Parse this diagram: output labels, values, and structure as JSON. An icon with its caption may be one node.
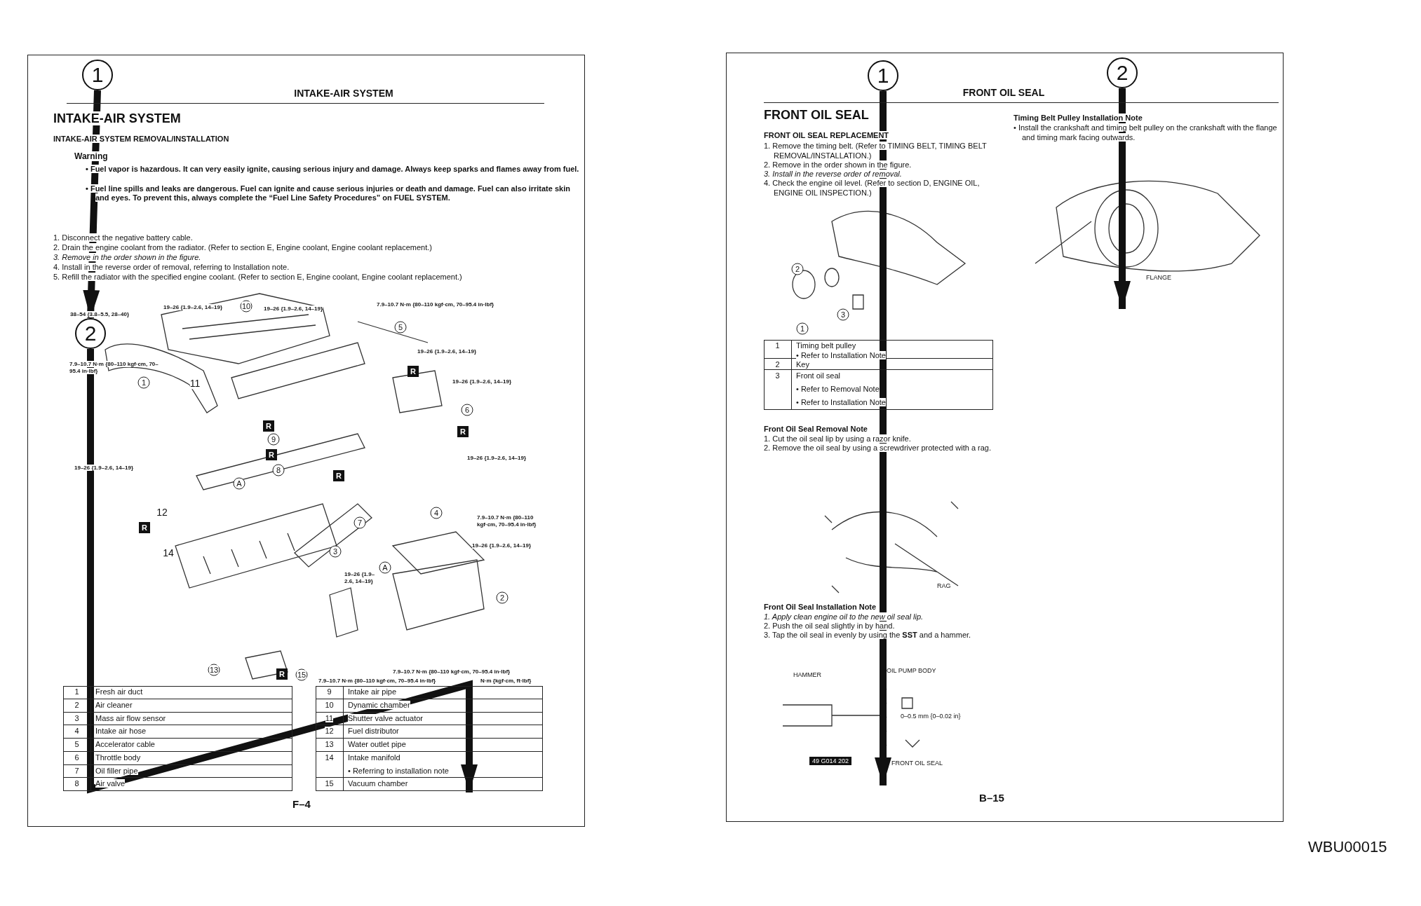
{
  "diagram": {
    "nodes": [
      {
        "text": [
          "INTAKE-AIR SYSTEM",
          "INTAKE-AIR SYSTEM",
          "INTAKE-AIR SYSTEM REMOVAL/INSTALLATION",
          "Warning",
          "• Fuel vapor is hazardous. It can very easily ignite, causing serious injury and damage. Always keep sparks and flames away from fuel.",
          "• Fuel line spills and leaks are dangerous. Fuel can ignite and cause serious injuries or death and damage. Fuel can also irritate skin and eyes. To prevent this, always complete the “Fuel Line Safety Procedures” on FUEL SYSTEM.",
          "1. Disconnect the negative battery cable.",
          "2. Drain the engine coolant from the radiator. (Refer to section E, Engine coolant, Engine coolant replacement.)",
          "3. Remove in the order shown in the figure.",
          "4. Install in the reverse order of removal, referring to Installation note.",
          "5. Refill the radiator with the specified engine coolant. (Refer to section E, Engine coolant, Engine coolant replacement.)",
          "38–54 {3.8–5.5, 28–40}",
          "19–26 {1.9–2.6, 14–19}",
          "19–26 {1.9–2.6, 14–19}",
          "7.9–10.7 N·m {80–110 kgf·cm, 70–95.4 in·lbf}",
          "7.9–10.7 N·m {80–110 kgf·cm, 70–95.4 in·lbf}",
          "19–26 {1.9–2.6, 14–19}",
          "19–26 {1.9–2.6, 14–19}",
          "19–26 {1.9–2.6, 14–19}",
          "19–26 {1.9–2.6, 14–19}",
          "7.9–10.7 N·m {80–110 kgf·cm, 70–95.4 in·lbf}",
          "19–26 {1.9–2.6, 14–19}",
          "19–26 {1.9–2.6, 14–19}",
          "7.9–10.7 N·m {80–110 kgf·cm, 70–95.4 in·lbf}",
          "7.9–10.7 N·m {80–110 kgf·cm, 70–95.4 in·lbf}",
          "N·m {kgf·cm, ft·lbf}",
          "1",
          "2",
          "3",
          "A",
          "4",
          "5",
          "6",
          "7",
          "8",
          "9",
          "10",
          "11",
          "12",
          "14",
          "13",
          "15",
          "A",
          "R",
          "R",
          "R",
          "R",
          "R",
          "R",
          "R",
          "1",
          "Fresh air duct",
          "2",
          "Air cleaner",
          "3",
          "Mass air flow sensor",
          "4",
          "Intake air hose",
          "5",
          "Accelerator cable",
          "6",
          "Throttle body",
          "7",
          "Oil filler pipe",
          "8",
          "Air valve",
          "9",
          "Intake air pipe",
          "10",
          "Dynamic chamber",
          "11",
          "Shutter valve actuator",
          "12",
          "Fuel distributor",
          "13",
          "Water outlet pipe",
          "14",
          "Intake manifold",
          "• Referring to installation note",
          "15",
          "Vacuum chamber",
          "F–4"
        ]
      },
      {
        "text": [
          "1"
        ],
        "in": 0
      },
      {
        "text": [
          "2"
        ],
        "in": 0
      },
      {
        "text": [
          "FRONT OIL SEAL",
          "FRONT OIL SEAL",
          "FRONT OIL SEAL REPLACEMENT",
          "1. Remove the timing belt. (Refer to TIMING BELT, TIMING BELT REMOVAL/INSTALLATION.)",
          "2. Remove in the order shown in the figure.",
          "3. Install in the reverse order of removal.",
          "4. Check the engine oil level. (Refer to section D, ENGINE OIL, ENGINE OIL INSPECTION.)",
          "2",
          "3",
          "1",
          "1",
          "Timing belt pulley",
          "• Refer to Installation Note",
          "2",
          "Key",
          "3",
          "Front oil seal",
          "• Refer to Removal Note",
          "• Refer to Installation Note",
          "Front Oil Seal Removal Note",
          "1. Cut the oil seal lip by using a razor knife.",
          "2. Remove the oil seal by using a screwdriver protected with a rag.",
          "RAG",
          "Front Oil Seal Installation Note",
          "1. Apply clean engine oil to the new oil seal lip.",
          "2. Push the oil seal slightly in by hand.",
          "3. Tap the oil seal in evenly by using the **SST** and a hammer.",
          "HAMMER",
          "OIL PUMP BODY",
          "0–0.5 mm {0–0.02 in}",
          "49 G014 202",
          "FRONT OIL SEAL",
          "Timing Belt Pulley Installation Note",
          "• Install the crankshaft and timing belt pulley on the crankshaft with the flange and timing mark facing outwards.",
          "FLANGE",
          "B–15"
        ]
      },
      {
        "text": [
          "1"
        ],
        "in": 3
      },
      {
        "text": [
          "2"
        ],
        "in": 3
      }
    ],
    "edges": [
      {
        "from": 1,
        "to": 2,
        "arrow": "to"
      },
      {
        "from": 2,
        "to": null,
        "arrow": "to"
      },
      {
        "from": 4,
        "to": null,
        "arrow": "to"
      },
      {
        "from": 5,
        "to": null,
        "arrow": "to"
      }
    ],
    "labels": [
      "WBU00015"
    ]
  }
}
